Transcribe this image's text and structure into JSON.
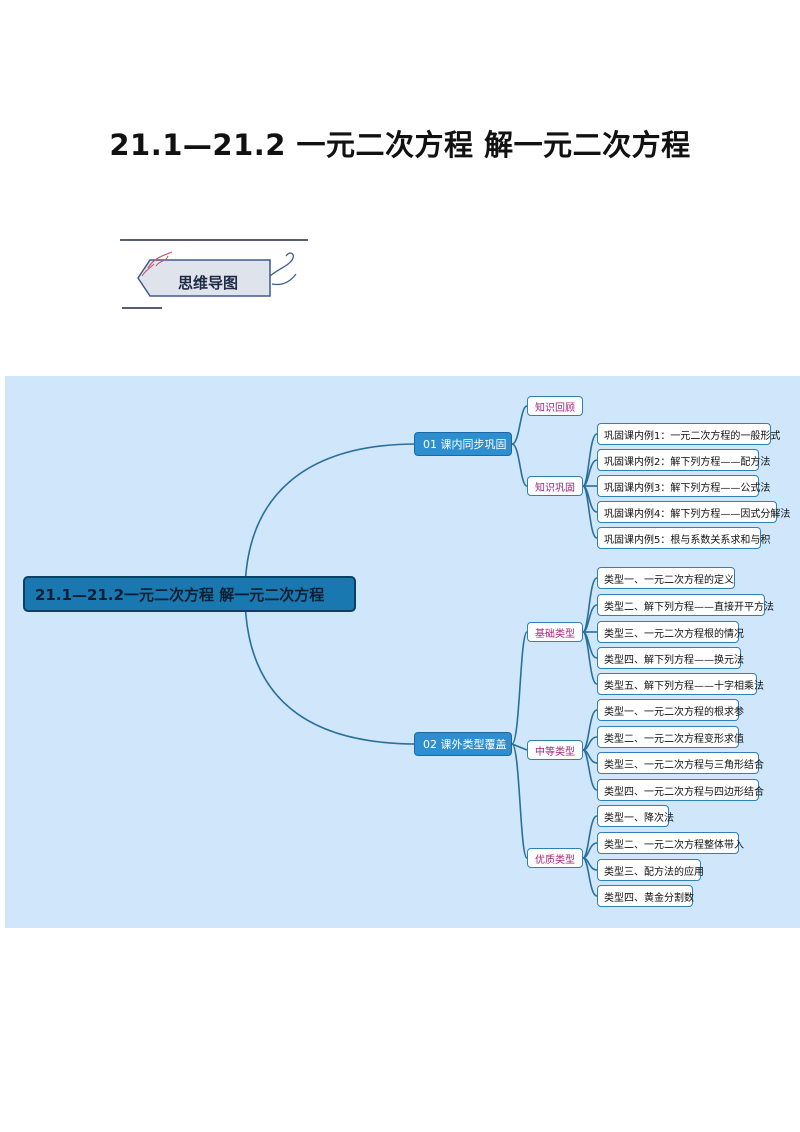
{
  "page": {
    "title": "21.1—21.2 一元二次方程  解一元二次方程",
    "section_badge": "思维导图"
  },
  "mindmap": {
    "root": "21.1—21.2一元二次方程  解一元二次方程",
    "branch1": {
      "label": "01  课内同步巩固",
      "cat_review": "知识回顾",
      "cat_consolidate": "知识巩固",
      "items": [
        "巩固课内例1：一元二次方程的一般形式",
        "巩固课内例2：解下列方程——配方法",
        "巩固课内例3：解下列方程——公式法",
        "巩固课内例4：解下列方程——因式分解法",
        "巩固课内例5：根与系数关系求和与积"
      ]
    },
    "branch2": {
      "label": "02  课外类型覆盖",
      "cat_basic": "基础类型",
      "basic": [
        "类型一、一元二次方程的定义",
        "类型二、解下列方程——直接开平方法",
        "类型三、一元二次方程根的情况",
        "类型四、解下列方程——换元法",
        "类型五、解下列方程——十字相乘法"
      ],
      "cat_mid": "中等类型",
      "mid": [
        "类型一、一元二次方程的根求参",
        "类型二、一元二次方程变形求值",
        "类型三、一元二次方程与三角形结合",
        "类型四、一元二次方程与四边形结合"
      ],
      "cat_adv": "优质类型",
      "adv": [
        "类型一、降次法",
        "类型二、一元二次方程整体带入",
        "类型三、配方法的应用",
        "类型四、黄金分割数"
      ]
    }
  }
}
